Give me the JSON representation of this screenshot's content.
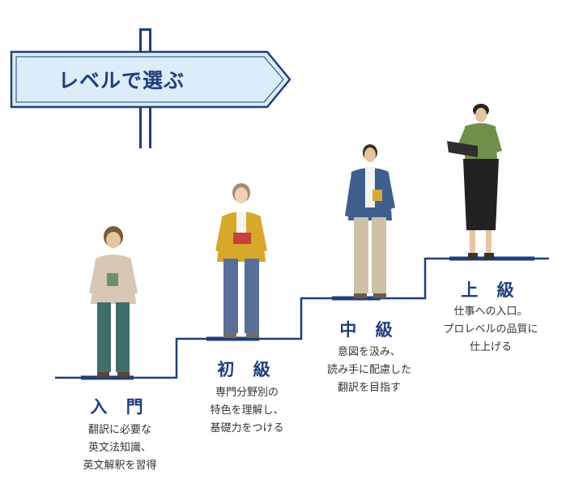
{
  "sign": {
    "title": "レベルで選ぶ"
  },
  "levels": [
    {
      "name": "入 門",
      "desc": "翻訳に必要な\n英文法知識、\n英文解釈を習得"
    },
    {
      "name": "初 級",
      "desc": "専門分野別の\n特色を理解し、\n基礎力をつける"
    },
    {
      "name": "中 級",
      "desc": "意図を汲み、\n読み手に配慮した\n翻訳を目指す"
    },
    {
      "name": "上 級",
      "desc": "仕事への入口。\nプロレベルの品質に\n仕上げる"
    }
  ],
  "colors": {
    "navy": "#1f3f7a",
    "sign_fill": "#dcecf8"
  }
}
